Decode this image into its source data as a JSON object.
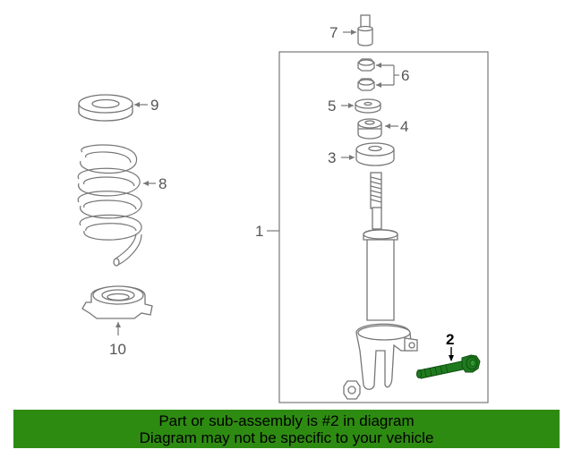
{
  "diagram": {
    "callouts": {
      "c1": "1",
      "c2": "2",
      "c3": "3",
      "c4": "4",
      "c5": "5",
      "c6": "6",
      "c7": "7",
      "c8": "8",
      "c9": "9",
      "c10": "10"
    },
    "highlighted_part": "2",
    "highlight_color": "#1f7a1f"
  },
  "footer": {
    "line1": "Part or sub-assembly is #2 in diagram",
    "line2": "Diagram may not be specific to your vehicle",
    "background": "#2e8b12"
  }
}
